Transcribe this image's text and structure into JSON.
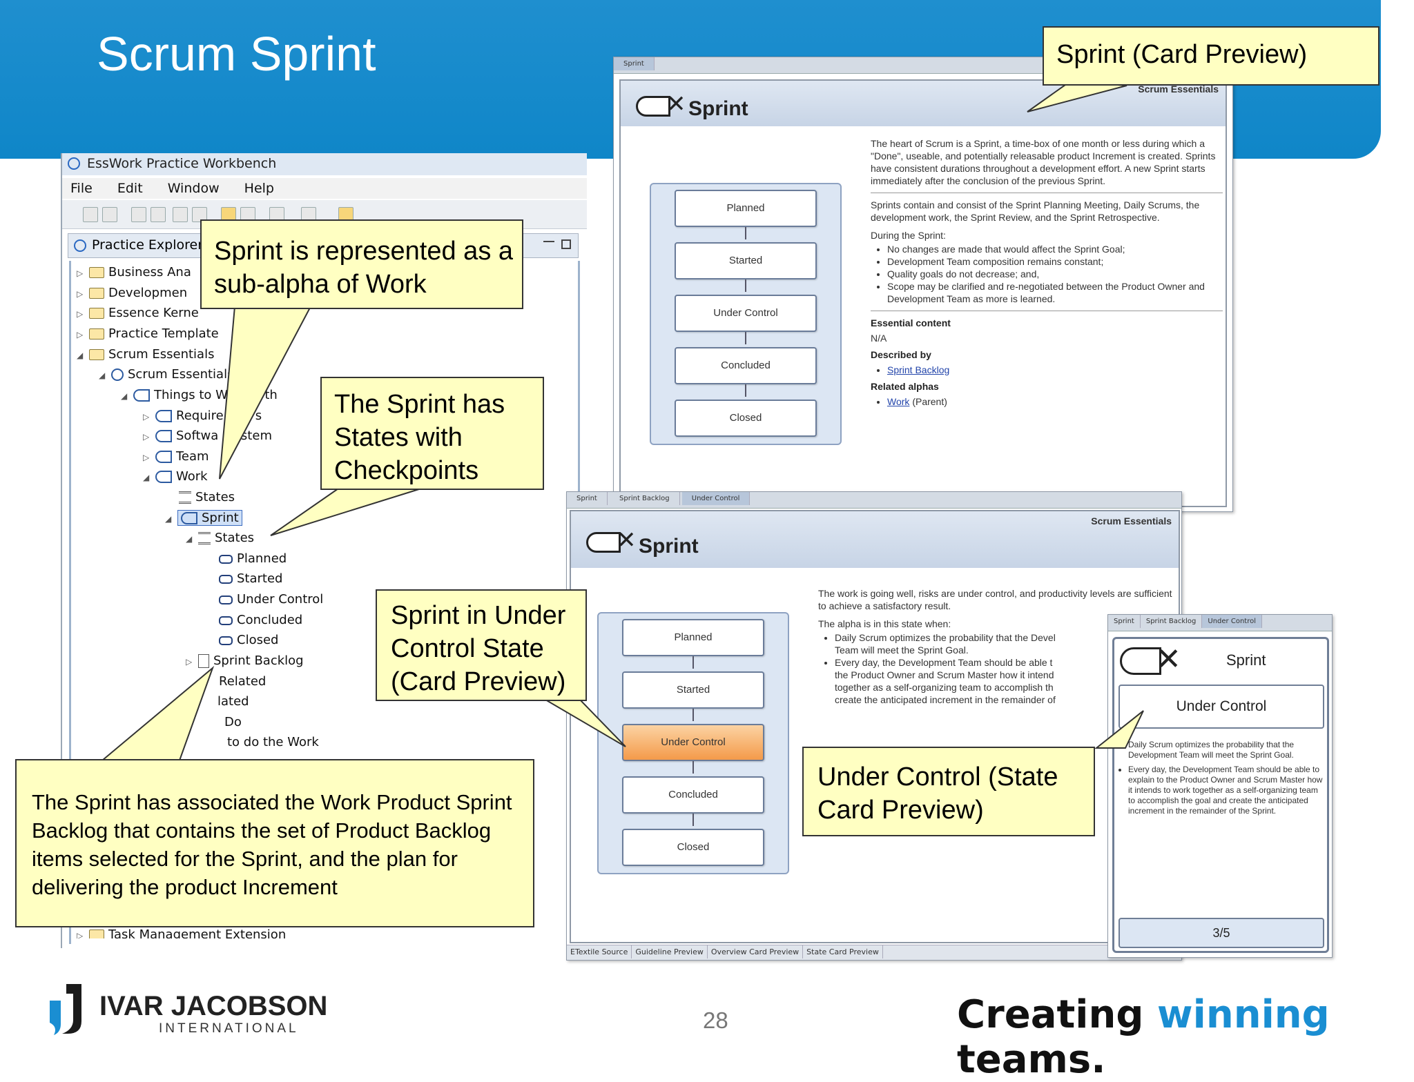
{
  "slide": {
    "title": "Scrum Sprint",
    "page_number": "28"
  },
  "workbench": {
    "title": "EssWork Practice Workbench",
    "menu": [
      "File",
      "Edit",
      "Window",
      "Help"
    ],
    "view_tab": "Practice Explorer",
    "tree": [
      {
        "label": "Business Ana",
        "icon": "folder-icon"
      },
      {
        "label": "Developmen",
        "icon": "folder-icon"
      },
      {
        "label": "Essence Kerne",
        "icon": "folder-icon"
      },
      {
        "label": "Practice Template",
        "icon": "folder-icon"
      },
      {
        "label": "Scrum Essentials",
        "icon": "folder-icon"
      },
      {
        "label": "Scrum Essentials",
        "icon": "practice-icon"
      },
      {
        "label": "Things to W",
        "suffix": "rth",
        "icon": "alpha-group-icon"
      },
      {
        "label": "Require",
        "suffix": "s",
        "icon": "alpha-icon"
      },
      {
        "label": "Softwa",
        "suffix": "ystem",
        "icon": "alpha-icon"
      },
      {
        "label": "Team",
        "icon": "alpha-icon"
      },
      {
        "label": "Work",
        "icon": "alpha-icon"
      },
      {
        "label": "States",
        "icon": "states-icon"
      },
      {
        "label": "Sprint",
        "icon": "sub-alpha-icon"
      },
      {
        "label": "States",
        "icon": "states-icon"
      },
      {
        "label": "Planned",
        "icon": "state-icon"
      },
      {
        "label": "Started",
        "icon": "state-icon"
      },
      {
        "label": "Under Control",
        "icon": "state-icon"
      },
      {
        "label": "Concluded",
        "icon": "state-icon"
      },
      {
        "label": "Closed",
        "icon": "state-icon"
      },
      {
        "label": "Sprint Backlog",
        "icon": "work-product-icon"
      },
      {
        "label": "Related",
        "icon": "none"
      },
      {
        "label": "lated",
        "icon": "none"
      },
      {
        "label": "Do",
        "icon": "none"
      },
      {
        "label": "to do the Work",
        "icon": "none"
      },
      {
        "label": "Task Management Extension",
        "icon": "folder-icon"
      }
    ]
  },
  "sprint_card": {
    "tabs": [
      "Sprint"
    ],
    "practice": "Scrum Essentials",
    "title": "Sprint",
    "states": [
      "Planned",
      "Started",
      "Under Control",
      "Concluded",
      "Closed"
    ],
    "intro": "The heart of Scrum is a Sprint, a time-box of one month or less during which a \"Done\", useable, and potentially releasable product Increment is created. Sprints have consistent durations throughout a development effort. A new Sprint starts immediately after the conclusion of the previous Sprint.",
    "para2": "Sprints contain and consist of the Sprint Planning Meeting, Daily Scrums, the development work, the Sprint Review, and the Sprint Retrospective.",
    "during": "During the Sprint:",
    "bullets": [
      "No changes are made that would affect the Sprint Goal;",
      "Development Team composition remains constant;",
      "Quality goals do not decrease; and,",
      "Scope may be clarified and re-negotiated between the Product Owner and Development Team as more is learned."
    ],
    "essential_hdr": "Essential content",
    "essential_val": "N/A",
    "described_hdr": "Described by",
    "described_link": "Sprint Backlog",
    "related_hdr": "Related alphas",
    "related_link": "Work",
    "related_suffix": "(Parent)"
  },
  "under_control_card": {
    "tabs": [
      "Sprint",
      "Sprint Backlog",
      "Under Control"
    ],
    "practice": "Scrum Essentials",
    "title": "Sprint",
    "states": [
      "Planned",
      "Started",
      "Under Control",
      "Concluded",
      "Closed"
    ],
    "highlighted_state": "Under Control",
    "description": "The work is going well, risks are under control, and productivity levels are sufficient to achieve a satisfactory result.",
    "when": "The alpha is in this state when:",
    "bullets": [
      "Daily Scrum optimizes the probability that the Devel",
      "Team will meet the Sprint Goal.",
      "Every day, the Development Team should be able t",
      "the Product Owner and Scrum Master how it intend",
      "together as a self-organizing team to accomplish th",
      "create the anticipated increment in the remainder of"
    ],
    "bottom_tabs": [
      "ETextile Source",
      "Guideline Preview",
      "Overview Card Preview",
      "State Card Preview"
    ]
  },
  "state_card": {
    "tabs": [
      "Sprint",
      "Sprint Backlog",
      "Under Control"
    ],
    "alpha": "Sprint",
    "state": "Under Control",
    "bullets": [
      "Daily Scrum optimizes the probability that the Development Team will meet the Sprint Goal.",
      "Every day, the Development Team should be able to explain to the Product Owner and Scrum Master how it intends to work together as a self-organizing team to accomplish the goal and create the anticipated increment in the remainder of the Sprint."
    ],
    "counter": "3/5"
  },
  "callouts": {
    "card_preview": "Sprint (Card Preview)",
    "sub_alpha": "Sprint is represented as a sub-alpha of Work",
    "states": "The Sprint has States with Checkpoints",
    "under_control": "Sprint in Under Control State (Card Preview)",
    "state_card": "Under Control (State Card Preview)",
    "backlog": "The Sprint has associated the Work Product Sprint Backlog that contains the set of Product Backlog items selected for the Sprint, and the plan for delivering the product Increment"
  },
  "footer": {
    "logo_name": "IVAR JACOBSON",
    "logo_sub": "INTERNATIONAL",
    "tagline_pre": "Creating ",
    "tagline_hl": "winning",
    "tagline_post": " teams."
  },
  "colors": {
    "header_blue": "#1a8ed2",
    "callout_fill": "#ffffc2",
    "highlight_state": "#f49a4a",
    "tagline_accent": "#1a8ed2"
  }
}
